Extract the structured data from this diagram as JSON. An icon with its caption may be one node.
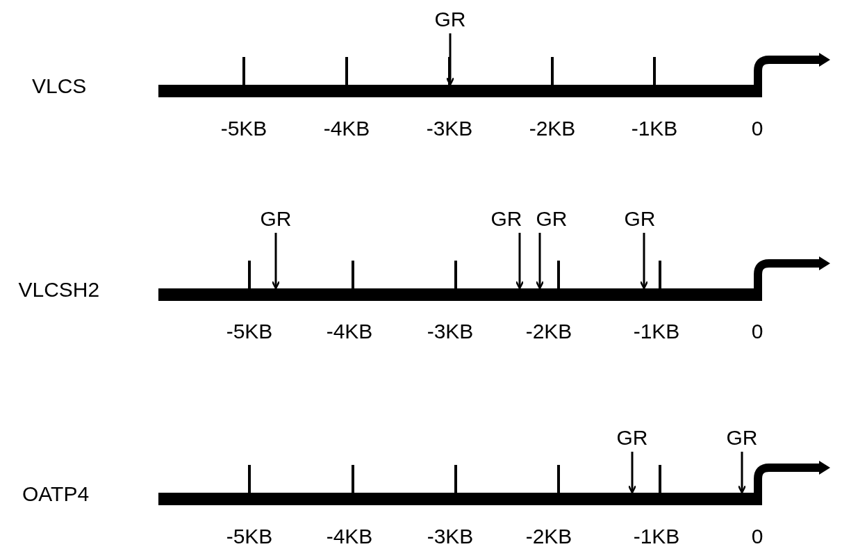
{
  "diagram": {
    "nodes": [
      {
        "text": [
          "GR"
        ]
      },
      {
        "text": [],
        "shape": "bar",
        "beside": [
          "VLCS"
        ]
      },
      {
        "text": [
          "GR"
        ]
      },
      {
        "text": [
          "GR"
        ]
      },
      {
        "text": [
          "GR"
        ]
      },
      {
        "text": [
          "GR"
        ]
      },
      {
        "text": [],
        "shape": "bar",
        "beside": [
          "VLCSH2"
        ]
      },
      {
        "text": [
          "GR"
        ]
      },
      {
        "text": [
          "GR"
        ]
      },
      {
        "text": [],
        "shape": "bar",
        "beside": [
          "OATP4"
        ]
      }
    ],
    "edges": [
      {
        "from": 0,
        "to": 1,
        "arrow": "to"
      },
      {
        "from": 2,
        "to": 6,
        "arrow": "to"
      },
      {
        "from": 3,
        "to": 6,
        "arrow": "to"
      },
      {
        "from": 4,
        "to": 6,
        "arrow": "to"
      },
      {
        "from": 5,
        "to": 6,
        "arrow": "to"
      },
      {
        "from": 7,
        "to": 9,
        "arrow": "to"
      },
      {
        "from": 8,
        "to": 9,
        "arrow": "to"
      }
    ],
    "labels": [
      "-5KB",
      "-4KB",
      "-3KB",
      "-2KB",
      "-1KB",
      "0",
      "-5KB",
      "-4KB",
      "-3KB",
      "-2KB",
      "-1KB",
      "0",
      "-5KB",
      "-4KB",
      "-3KB",
      "-2KB",
      "-1KB",
      "0"
    ]
  }
}
